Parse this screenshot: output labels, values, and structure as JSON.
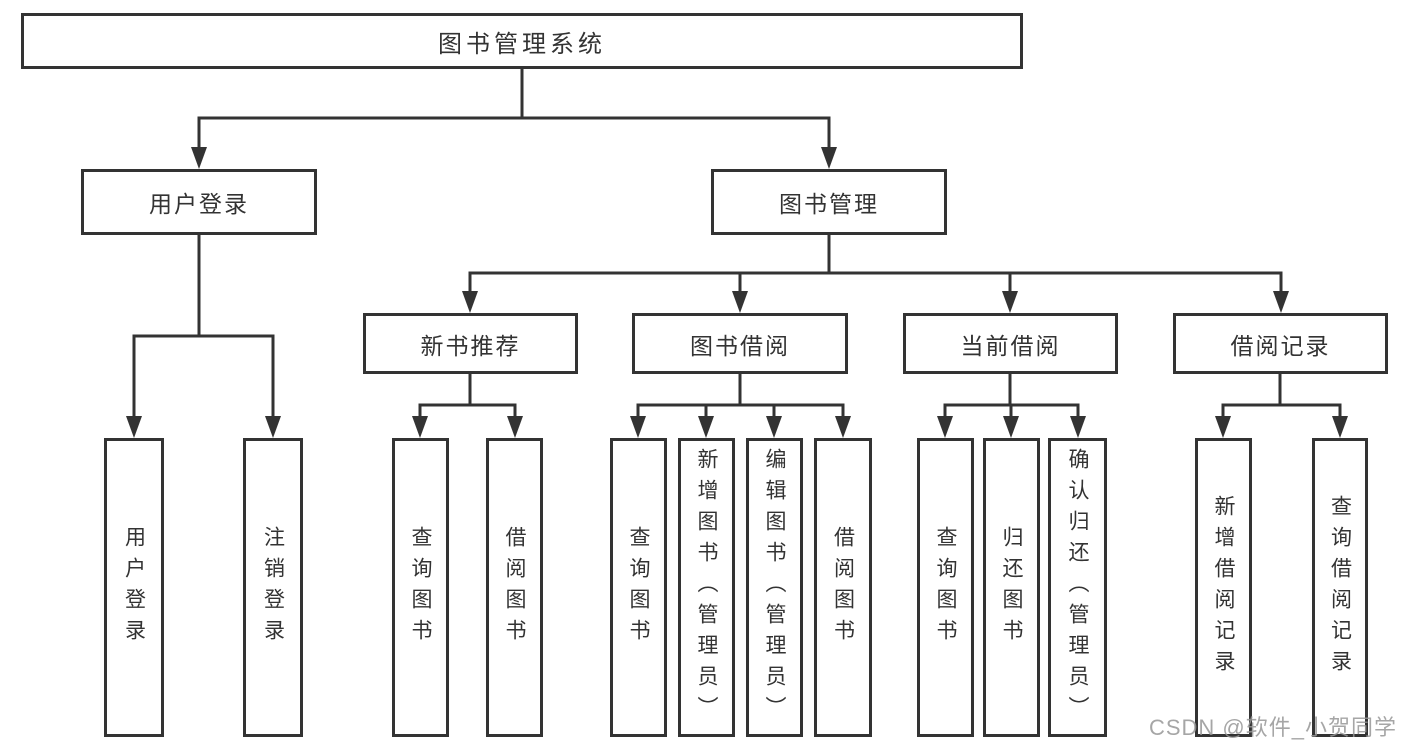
{
  "tree": {
    "root_label": "图书管理系统",
    "user_login": {
      "label": "用户登录",
      "children": [
        "用户登录",
        "注销登录"
      ]
    },
    "book_management": {
      "label": "图书管理",
      "sections": [
        {
          "label": "新书推荐",
          "children": [
            "查询图书",
            "借阅图书"
          ]
        },
        {
          "label": "图书借阅",
          "children": [
            "查询图书",
            "新增图书（管理员）",
            "编辑图书（管理员）",
            "借阅图书"
          ]
        },
        {
          "label": "当前借阅",
          "children": [
            "查询图书",
            "归还图书",
            "确认归还（管理员）"
          ]
        },
        {
          "label": "借阅记录",
          "children": [
            "新增借阅记录",
            "查询借阅记录"
          ]
        }
      ]
    }
  },
  "watermark": "CSDN @软件_小贺同学",
  "colors": {
    "line": "#333333",
    "text": "#333333",
    "box_background": "#ffffff",
    "page_background": "#ffffff",
    "watermark": "#969696"
  }
}
